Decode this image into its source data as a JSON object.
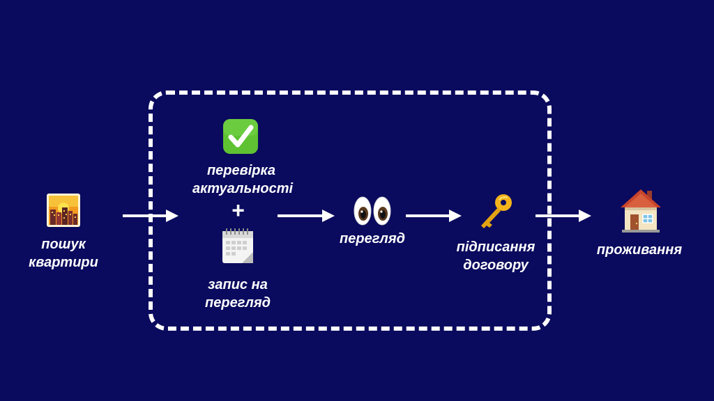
{
  "nodes": {
    "search": {
      "label": "пошук\nквартири",
      "icon": "sunset-cityscape-icon"
    },
    "check": {
      "label": "перевірка\nактуальності",
      "icon": "check-mark-button-icon"
    },
    "plus": {
      "label": "+"
    },
    "booking": {
      "label": "запис на\nперегляд",
      "icon": "spiral-calendar-icon"
    },
    "viewing": {
      "label": "перегляд",
      "icon": "eyes-icon"
    },
    "signing": {
      "label": "підписання\nдоговору",
      "icon": "key-icon"
    },
    "living": {
      "label": "проживання",
      "icon": "house-icon"
    }
  },
  "colors": {
    "background": "#0a0a5e",
    "foreground": "#ffffff",
    "check_green": "#5ec232",
    "key_gold": "#f2b31b",
    "house_wall": "#f3e4c2",
    "house_roof": "#c8452c"
  }
}
